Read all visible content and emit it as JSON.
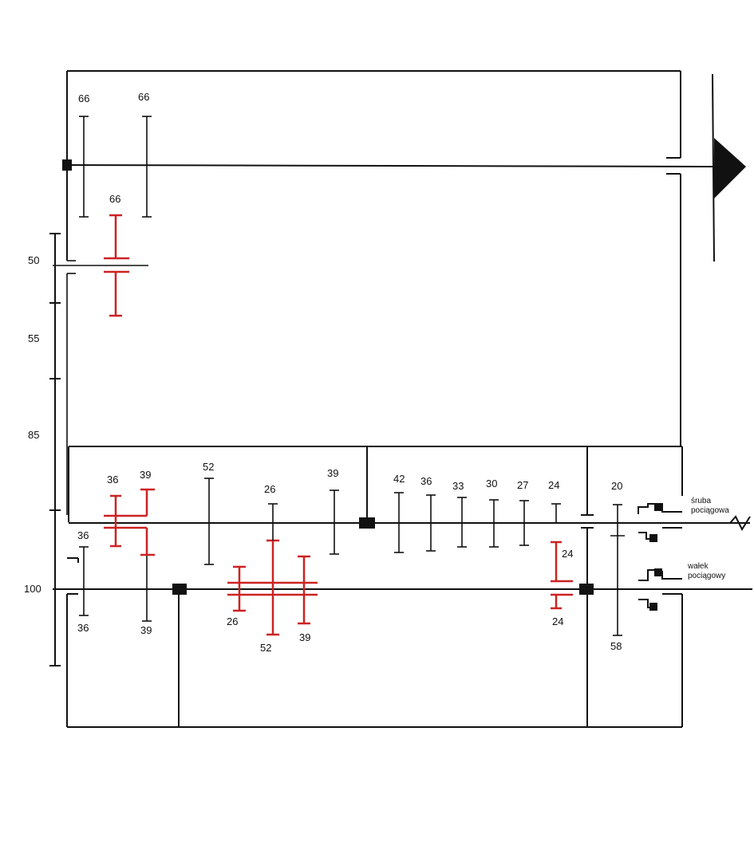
{
  "gear_labels": {
    "top_left": "66",
    "top_right": "66",
    "top_red": "66",
    "upper_dim_1": "50",
    "upper_dim_2": "55",
    "upper_dim_3": "85",
    "lower_dim": "100",
    "g36_top": "36",
    "g39_top": "39",
    "g36_mid": "36",
    "g52_top": "52",
    "g26_top": "26",
    "g39_shaft": "39",
    "g42": "42",
    "g36_r": "36",
    "g33": "33",
    "g30": "30",
    "g27": "27",
    "g24_top": "24",
    "g20": "20",
    "g24_mid": "24",
    "g24_bot": "24",
    "g36_bot": "36",
    "g39_bot": "39",
    "g26_bot": "26",
    "g52_bot": "52",
    "g39_bot2": "39",
    "g58": "58"
  },
  "shaft_labels": {
    "lead_screw_line1": "śruba",
    "lead_screw_line2": "pociągowa",
    "feed_shaft_line1": "wałek",
    "feed_shaft_line2": "pociągowy"
  },
  "colors": {
    "line": "#111111",
    "highlight": "#cc2222"
  }
}
